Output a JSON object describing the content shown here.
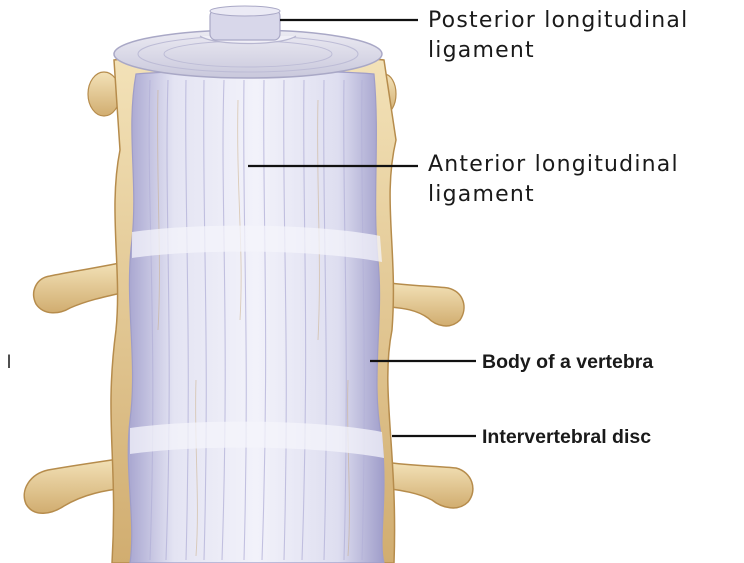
{
  "labels": {
    "posterior": {
      "line1": "Posterior longitudinal",
      "line2": "ligament"
    },
    "anterior": {
      "line1": "Anterior longitudinal",
      "line2": "ligament"
    },
    "body": "Body of a vertebra",
    "disc": "Intervertebral disc"
  },
  "stray_mark": "l",
  "colors": {
    "ligament": "#dcdcef",
    "ligament_shadow": "#a9a9d2",
    "bone": "#e8cf98",
    "bone_shadow": "#c9a56a",
    "leader": "#111111"
  }
}
